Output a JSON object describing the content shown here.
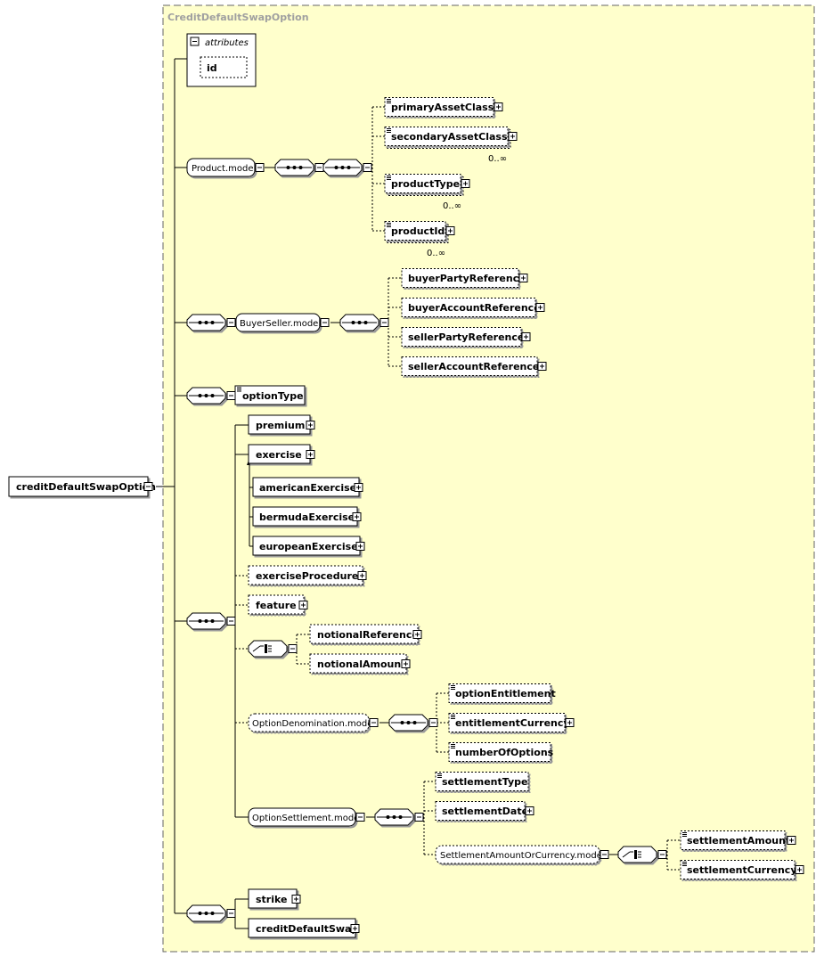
{
  "diagram": {
    "container_title": "CreditDefaultSwapOption",
    "root": "creditDefaultSwapOption",
    "attributes_label": "attributes",
    "attributes": [
      "id"
    ],
    "product_model": {
      "label": "Product.model",
      "elements": [
        "primaryAssetClass",
        "secondaryAssetClass",
        "productType",
        "productId"
      ],
      "occurrences": [
        "0..∞",
        "0..∞",
        "0..∞"
      ]
    },
    "buyer_seller_model": {
      "label": "BuyerSeller.model",
      "elements": [
        "buyerPartyReference",
        "buyerAccountReference",
        "sellerPartyReference",
        "sellerAccountReference"
      ]
    },
    "option_type": "optionType",
    "option_elements": {
      "premium": "premium",
      "exercise": "exercise",
      "exercise_children": [
        "americanExercise",
        "bermudaExercise",
        "europeanExercise"
      ],
      "exercise_procedure": "exerciseProcedure",
      "feature": "feature",
      "notional": [
        "notionalReference",
        "notionalAmount"
      ]
    },
    "option_denomination_model": {
      "label": "OptionDenomination.model",
      "elements": [
        "optionEntitlement",
        "entitlementCurrency",
        "numberOfOptions"
      ]
    },
    "option_settlement_model": {
      "label": "OptionSettlement.model",
      "elements": [
        "settlementType",
        "settlementDate"
      ],
      "amount_or_currency": {
        "label": "SettlementAmountOrCurrency.model",
        "elements": [
          "settlementAmount",
          "settlementCurrency"
        ]
      }
    },
    "strike": "strike",
    "credit_default_swap": "creditDefaultSwap"
  }
}
